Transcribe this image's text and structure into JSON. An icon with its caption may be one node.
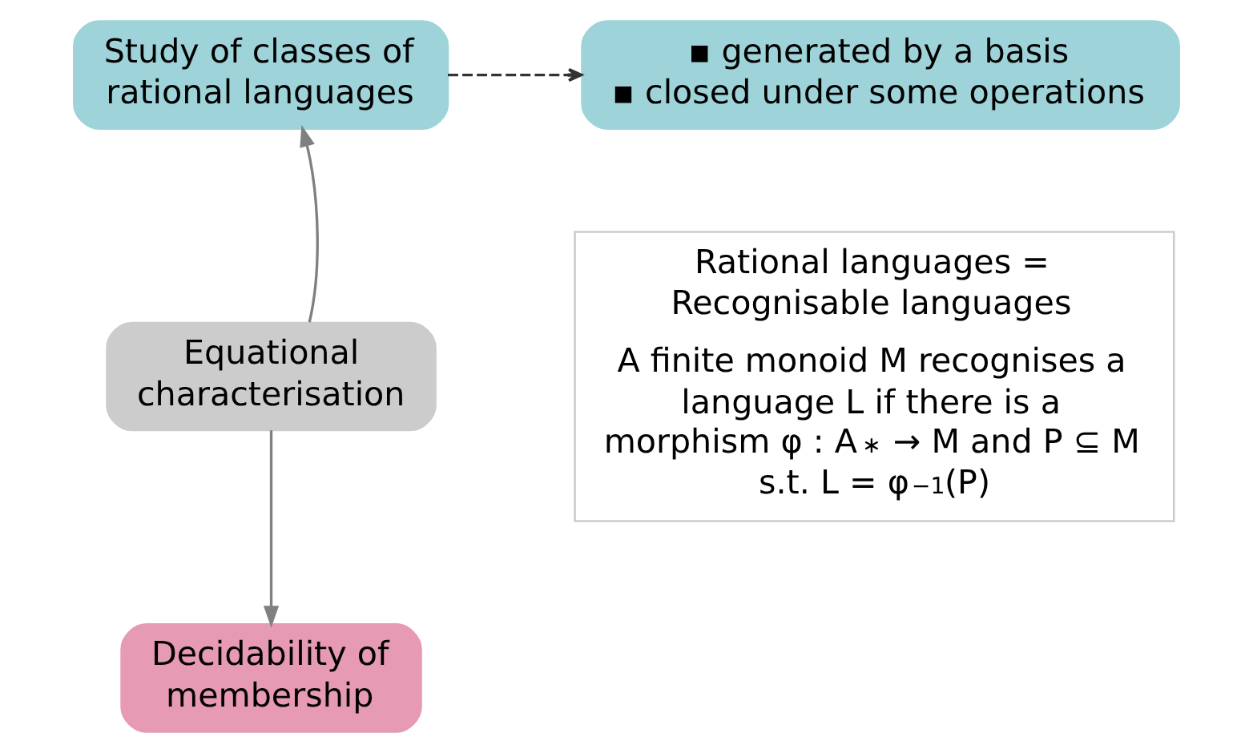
{
  "diagram": {
    "nodes": [
      {
        "text": [
          "Study of classes of rational languages"
        ]
      },
      {
        "text": [
          "▪ generated by a basis",
          "▪ closed under some operations"
        ]
      },
      {
        "text": [
          "Equational characterisation"
        ]
      },
      {
        "text": [
          "Decidability of membership"
        ]
      },
      {
        "text": [
          "Rational languages = Recognisable languages",
          "A finite monoid M recognises a language L if there is a morphism φ : A$^{∗}$ → M and P ⊆ M s.t. L = φ$^{−1}$(P)"
        ]
      }
    ],
    "edges": [
      {
        "from": 0,
        "to": 1,
        "arrow": "to",
        "style": "dashed",
        "color": "#333333"
      },
      {
        "from": 2,
        "to": 0,
        "arrow": "to"
      },
      {
        "from": 2,
        "to": 3,
        "arrow": "to"
      }
    ]
  }
}
